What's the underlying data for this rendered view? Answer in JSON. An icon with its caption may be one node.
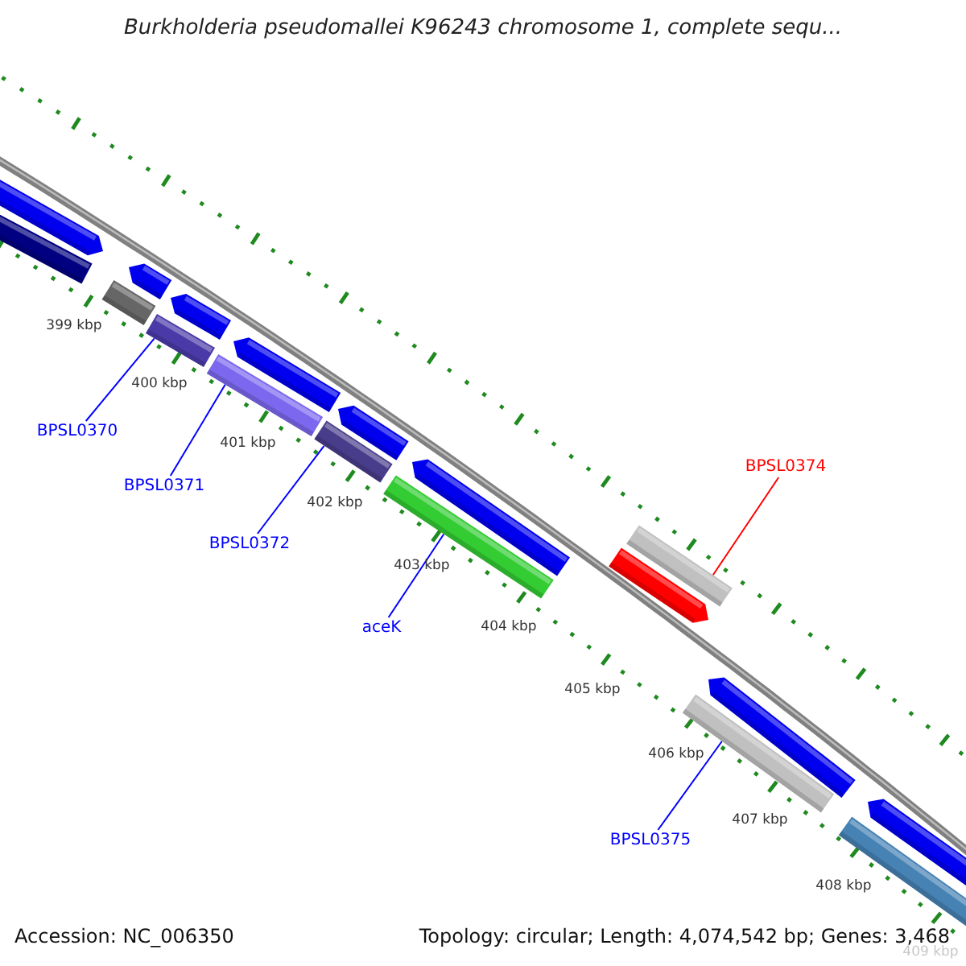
{
  "diagram": {
    "title": "Burkholderia pseudomallei K96243 chromosome 1, complete sequ...",
    "nodes": [
      {
        "text": [
          "BPSL0370"
        ]
      },
      {
        "text": [],
        "shape": "bar"
      },
      {
        "text": [
          "BPSL0371"
        ]
      },
      {
        "text": [],
        "shape": "bar"
      },
      {
        "text": [
          "BPSL0372"
        ]
      },
      {
        "text": [],
        "shape": "bar"
      },
      {
        "text": [
          "BPSL0374"
        ]
      },
      {
        "text": [],
        "shape": "bar"
      },
      {
        "text": [
          "aceK"
        ]
      },
      {
        "text": [],
        "shape": "bar"
      },
      {
        "text": [
          "BPSL0375"
        ]
      },
      {
        "text": [],
        "shape": "bar"
      }
    ],
    "edges": [
      {
        "from": 0,
        "to": 1,
        "arrow": "none"
      },
      {
        "from": 2,
        "to": 3,
        "arrow": "none"
      },
      {
        "from": 4,
        "to": 5,
        "arrow": "none"
      },
      {
        "from": 6,
        "to": 7,
        "arrow": "none",
        "color": "#ff0000"
      },
      {
        "from": 8,
        "to": 9,
        "arrow": "none"
      },
      {
        "from": 10,
        "to": 11,
        "arrow": "none"
      }
    ],
    "labels": [
      "399 kbp",
      "400 kbp",
      "401 kbp",
      "402 kbp",
      "403 kbp",
      "404 kbp",
      "405 kbp",
      "406 kbp",
      "407 kbp",
      "408 kbp",
      "409 kbp",
      "Accession: NC_006350",
      "Topology: circular; Length: 4,074,542 bp; Genes: 3,468"
    ]
  }
}
